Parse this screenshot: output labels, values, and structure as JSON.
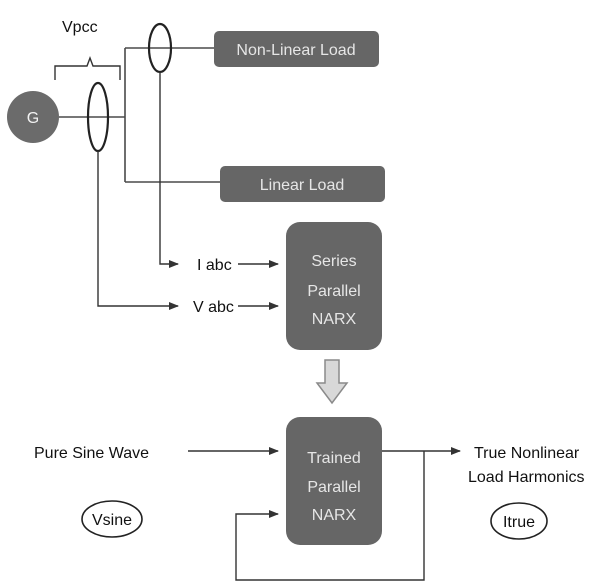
{
  "labels": {
    "vpcc": "Vpcc",
    "generator": "G",
    "iabc": "I abc",
    "vabc": "V abc",
    "pure_sine": "Pure Sine Wave",
    "vsine": "Vsine",
    "itrue": "Itrue",
    "output_line1": "True Nonlinear",
    "output_line2": "Load Harmonics"
  },
  "boxes": {
    "nonlinear_load": "Non-Linear Load",
    "linear_load": "Linear Load",
    "series_parallel": [
      "Series",
      "Parallel",
      "NARX"
    ],
    "trained_parallel": [
      "Trained",
      "Parallel",
      "NARX"
    ]
  },
  "colors": {
    "box_fill": "#666666",
    "box_text": "#e6e6e6",
    "generator_fill": "#6b6b6b",
    "arrow_fill": "#d8d8d8"
  }
}
